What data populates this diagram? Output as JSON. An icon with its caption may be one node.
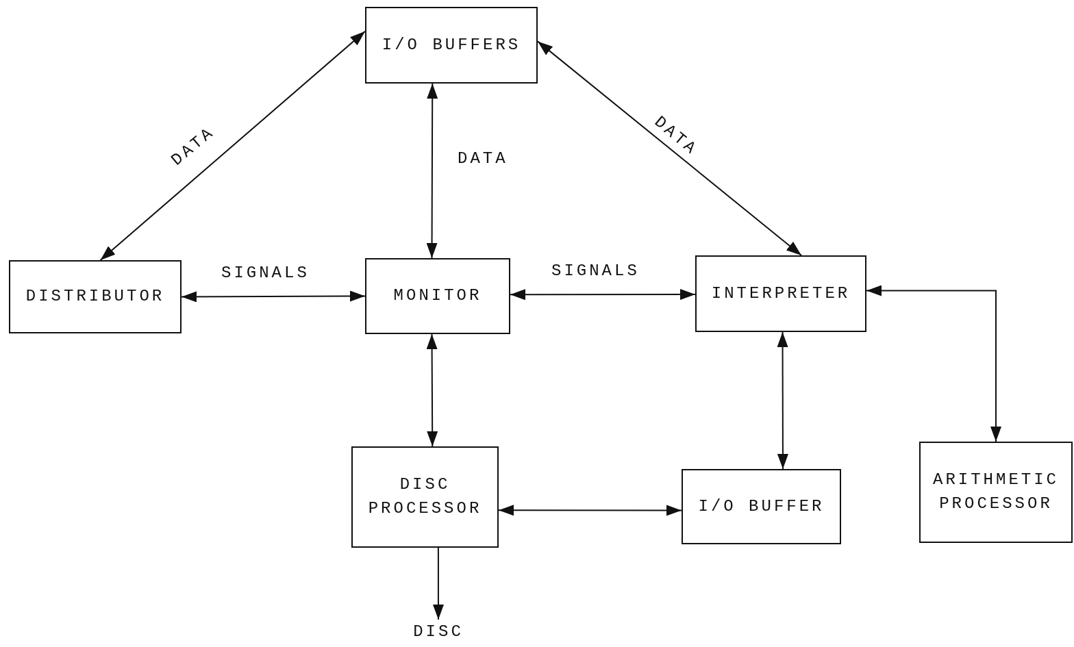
{
  "diagram": {
    "nodes": [
      {
        "text": [
          "I/O BUFFERS"
        ]
      },
      {
        "text": [
          "DISTRIBUTOR"
        ]
      },
      {
        "text": [
          "MONITOR"
        ]
      },
      {
        "text": [
          "INTERPRETER"
        ]
      },
      {
        "text": [
          "DISC PROCESSOR"
        ]
      },
      {
        "text": [
          "I/O BUFFER"
        ]
      },
      {
        "text": [
          "ARITHMETIC PROCESSOR"
        ]
      },
      {
        "text": [
          "DISC"
        ]
      }
    ],
    "edges": [
      {
        "from": 0,
        "to": 1,
        "arrow": "both",
        "label": "DATA"
      },
      {
        "from": 0,
        "to": 2,
        "arrow": "both",
        "label": "DATA"
      },
      {
        "from": 0,
        "to": 3,
        "arrow": "both",
        "label": "DATA"
      },
      {
        "from": 1,
        "to": 2,
        "arrow": "both",
        "label": "SIGNALS"
      },
      {
        "from": 2,
        "to": 3,
        "arrow": "both",
        "label": "SIGNALS"
      },
      {
        "from": 2,
        "to": 4,
        "arrow": "both"
      },
      {
        "from": 3,
        "to": 5,
        "arrow": "both"
      },
      {
        "from": 3,
        "to": 6,
        "arrow": "both"
      },
      {
        "from": 4,
        "to": 5,
        "arrow": "both"
      },
      {
        "from": 4,
        "to": 7,
        "arrow": "to"
      }
    ]
  }
}
